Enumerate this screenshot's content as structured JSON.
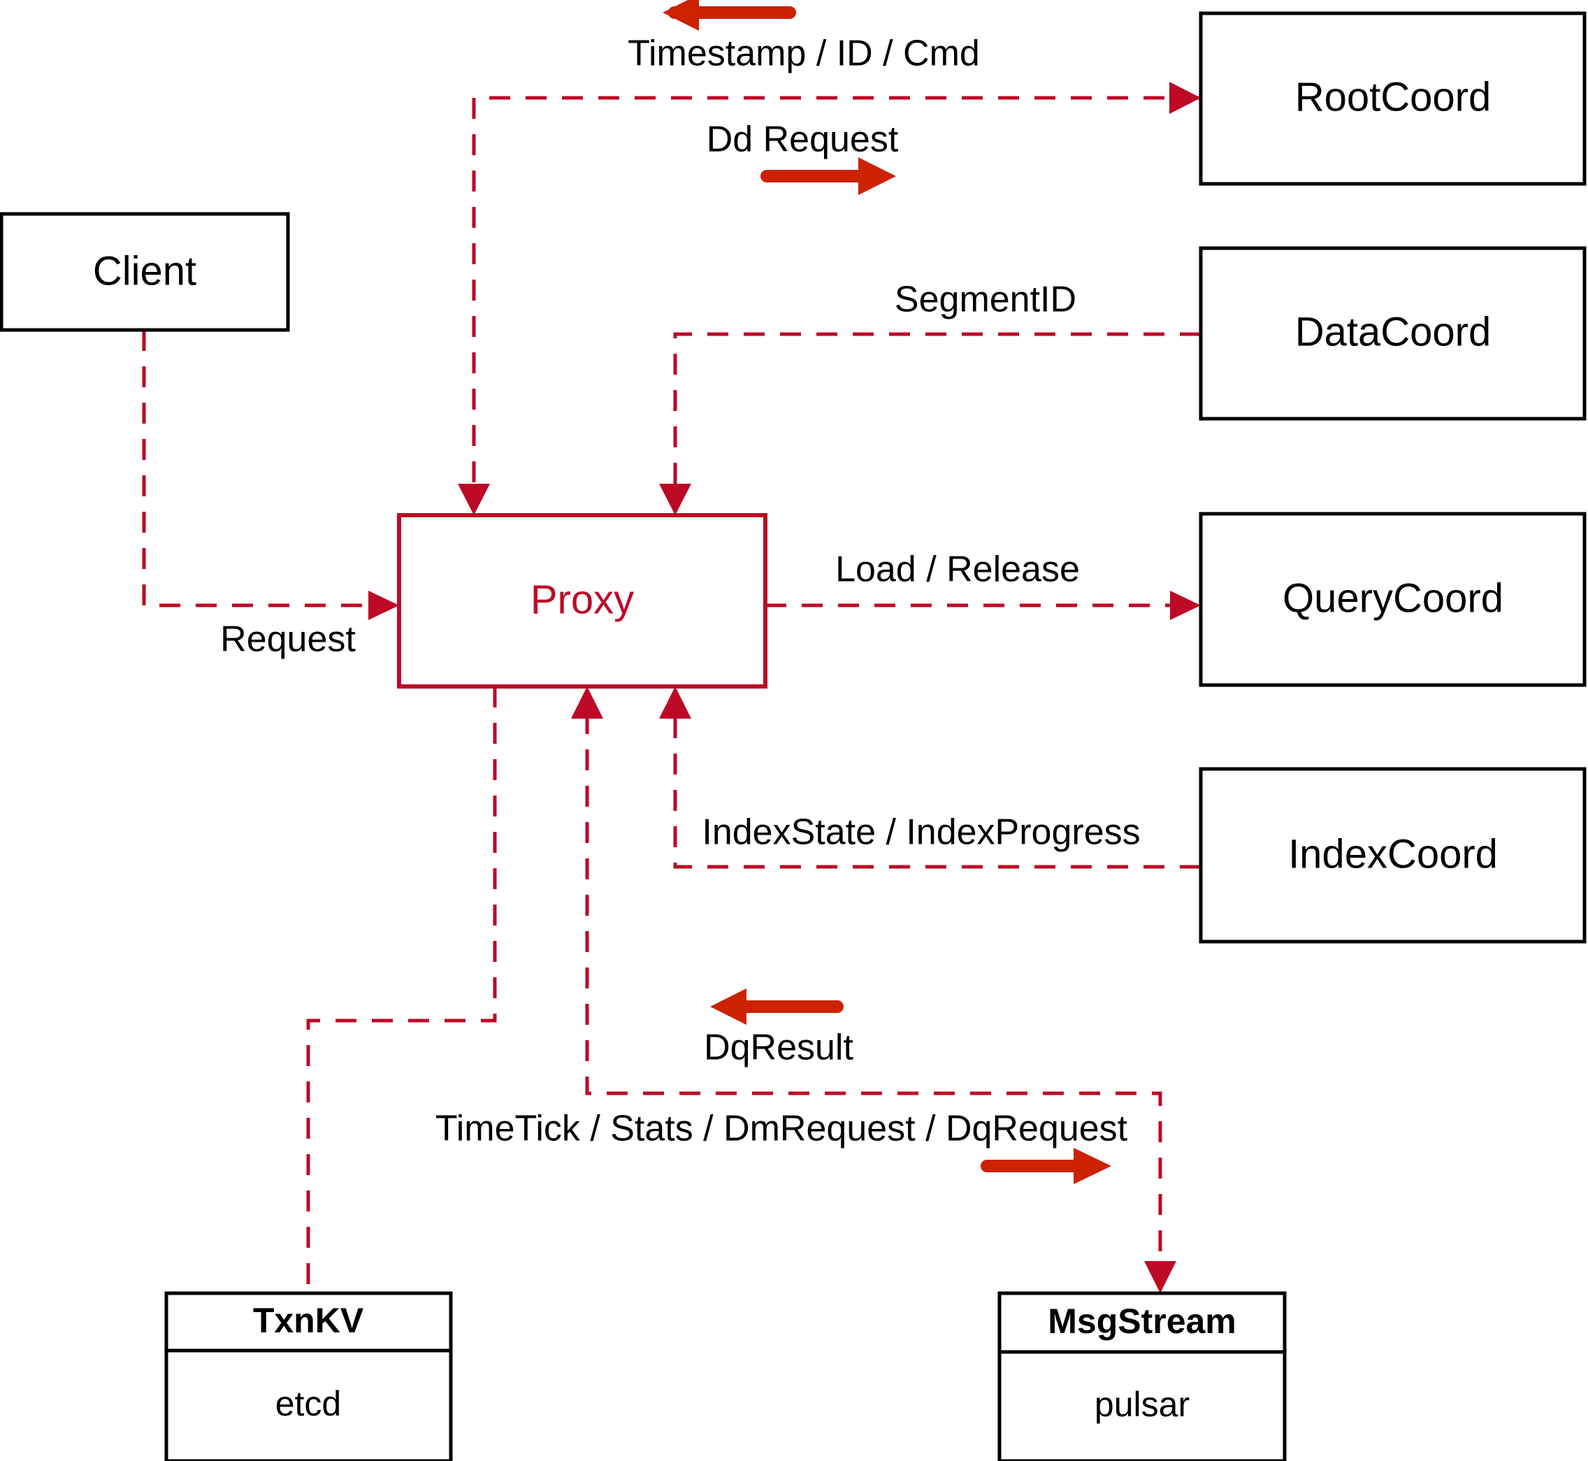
{
  "diagram": {
    "title": "Milvus Proxy Interaction Diagram",
    "colors": {
      "accent": "#bd0926",
      "arrow": "#cc2200",
      "box_border": "#000000",
      "background": "#ffffff"
    },
    "nodes": [
      {
        "id": "client",
        "label": "Client",
        "style": "plain"
      },
      {
        "id": "proxy",
        "label": "Proxy",
        "style": "accent"
      },
      {
        "id": "rootcoord",
        "label": "RootCoord",
        "style": "plain"
      },
      {
        "id": "datacoord",
        "label": "DataCoord",
        "style": "plain"
      },
      {
        "id": "querycoord",
        "label": "QueryCoord",
        "style": "plain"
      },
      {
        "id": "indexcoord",
        "label": "IndexCoord",
        "style": "plain"
      },
      {
        "id": "txnkv",
        "label": "TxnKV",
        "sublabel": "etcd",
        "style": "component"
      },
      {
        "id": "msgstream",
        "label": "MsgStream",
        "sublabel": "pulsar",
        "style": "component"
      }
    ],
    "edge_labels": {
      "timestamp_id_cmd": "Timestamp / ID / Cmd",
      "dd_request": "Dd Request",
      "segment_id": "SegmentID",
      "request": "Request",
      "load_release": "Load / Release",
      "index_state_progress": "IndexState / IndexProgress",
      "dq_result": "DqResult",
      "timetick_stats": "TimeTick / Stats / DmRequest / DqRequest"
    }
  }
}
